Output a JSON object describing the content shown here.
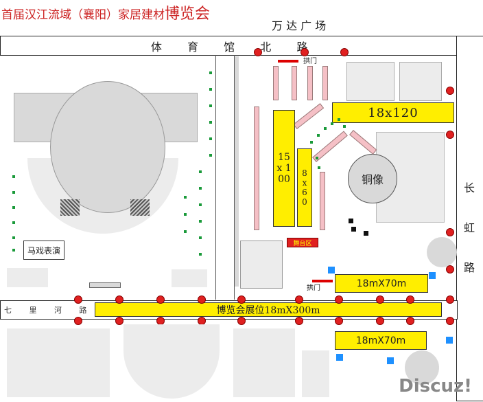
{
  "title": {
    "line1": "首届汉江流域（襄阳）家居建材",
    "line2": "博览会"
  },
  "roads": {
    "top_label": "万 达 广 场",
    "north_road": "体 育 馆 北 路",
    "right_road": "长 虹 路",
    "bottom_road": "七 里 河 路"
  },
  "labels": {
    "gate_top": "拱门",
    "gate_bottom": "拱门",
    "circus": "马戏表演",
    "statue": "铜像",
    "stage": "舞台区"
  },
  "booths": {
    "b18x120": "18x120",
    "b15x100": "15 x 100",
    "b8x60": "8 x 60",
    "b18m70_top": "18mX70m",
    "expo_strip": "博览会展位18mX300m",
    "b18m70_bottom": "18mX70m"
  },
  "watermark": "Discuz!",
  "colors": {
    "booth": "#ffee00",
    "flag": "#e02020",
    "tent": "#f5c0c6",
    "tree": "#1a9a3a",
    "marker": "#1e90ff"
  }
}
